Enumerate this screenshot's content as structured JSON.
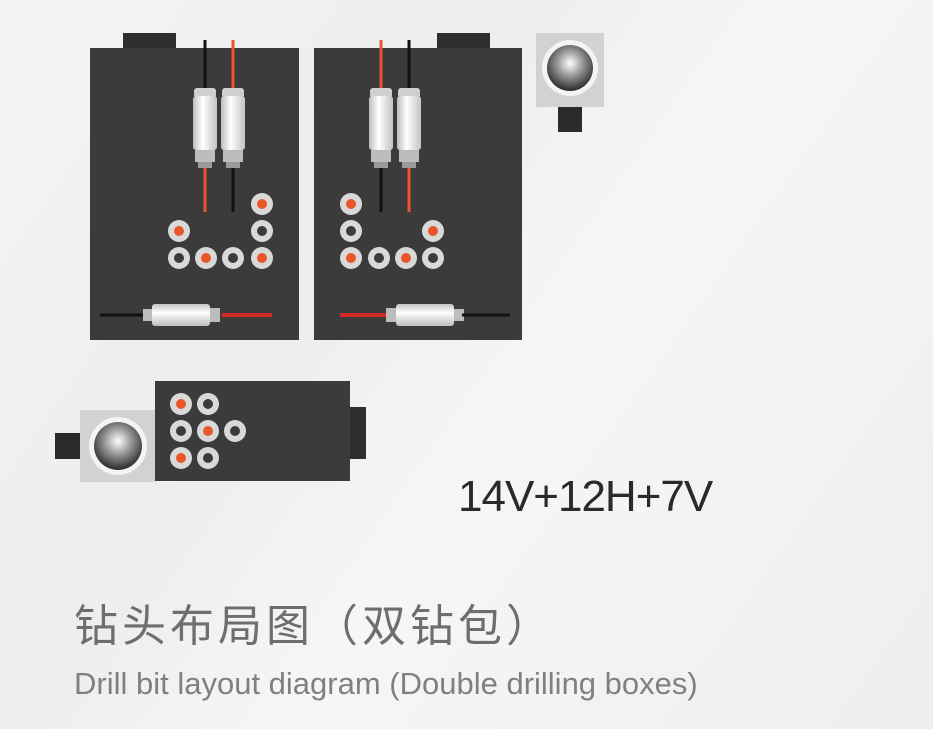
{
  "diagram": {
    "config_label": "14V+12H+7V",
    "title_cn": "钻头布局图（双钻包）",
    "title_en": "Drill bit layout diagram (Double drilling boxes)"
  },
  "colors": {
    "panel": "#3a3a3a",
    "accent": "#e8562a",
    "spindle": "#e6e6e6",
    "motor_bg": "#d0d0d0"
  }
}
